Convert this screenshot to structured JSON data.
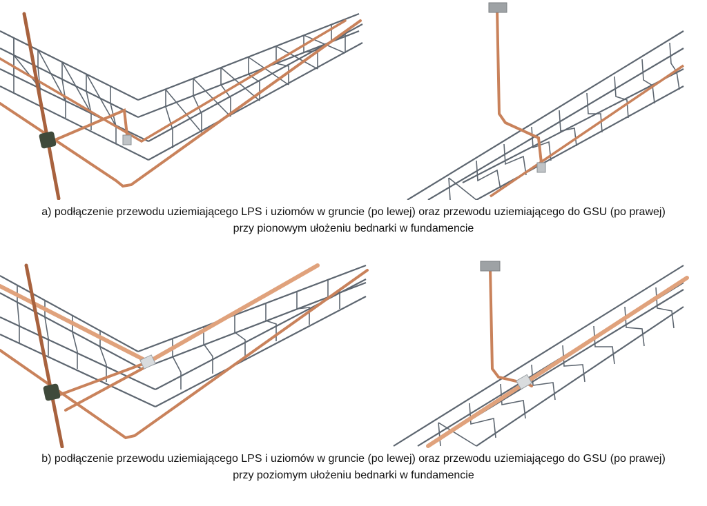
{
  "caption_a": {
    "line1": "a) podłączenie przewodu uziemiającego LPS i uziomów w gruncie (po lewej) oraz przewodu uziemiającego do GSU (po prawej)",
    "line2": "przy pionowym ułożeniu bednarki w fundamencie"
  },
  "caption_b": {
    "line1": "b) podłączenie przewodu uziemiającego LPS i uziomów w gruncie (po lewej) oraz przewodu uziemiającego do GSU (po prawej)",
    "line2": "przy poziomym ułożeniu bednarki w fundamencie"
  },
  "colors": {
    "rebar": "#5d6670",
    "copper": "#c9825b",
    "copper_dark": "#a8623e",
    "clamp": "#3f4a3b",
    "bracket": "#bfc3c6",
    "terminal": "#9ea2a5"
  }
}
